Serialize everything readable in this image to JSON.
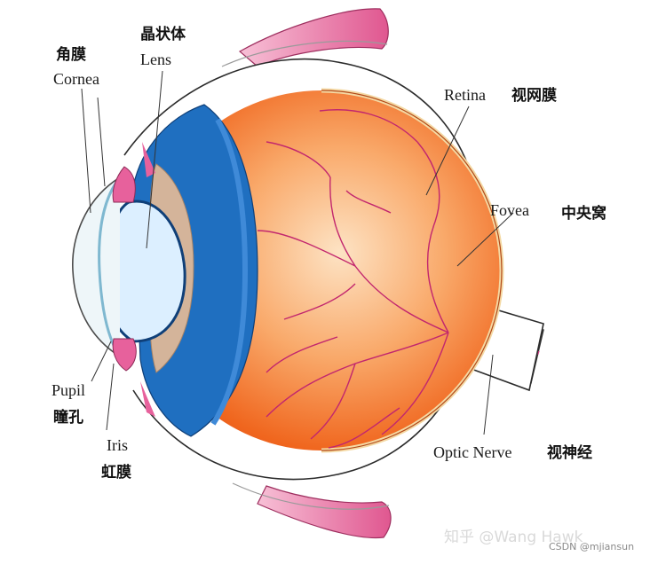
{
  "labels": {
    "lens_cn": "晶状体",
    "lens_en": "Lens",
    "cornea_cn": "角膜",
    "cornea_en": "Cornea",
    "retina_en": "Retina",
    "retina_cn": "视网膜",
    "fovea_en": "Fovea",
    "fovea_cn": "中央窝",
    "pupil_en": "Pupil",
    "pupil_cn": "瞳孔",
    "iris_en": "Iris",
    "iris_cn": "虹膜",
    "optic_nerve_en": "Optic Nerve",
    "optic_nerve_cn": "视神经"
  },
  "watermarks": {
    "zhihu": "知乎 @Wang Hawk",
    "csdn": "CSDN @mjiansun"
  },
  "colors": {
    "vitreous_orange": "#f37a2c",
    "ciliary_blue": "#1f6fc0",
    "lens_blue": "#dcefff",
    "muscle_pink": "#e7619c",
    "nerve_cream": "#fbeec6",
    "vessel": "#c2266e"
  }
}
